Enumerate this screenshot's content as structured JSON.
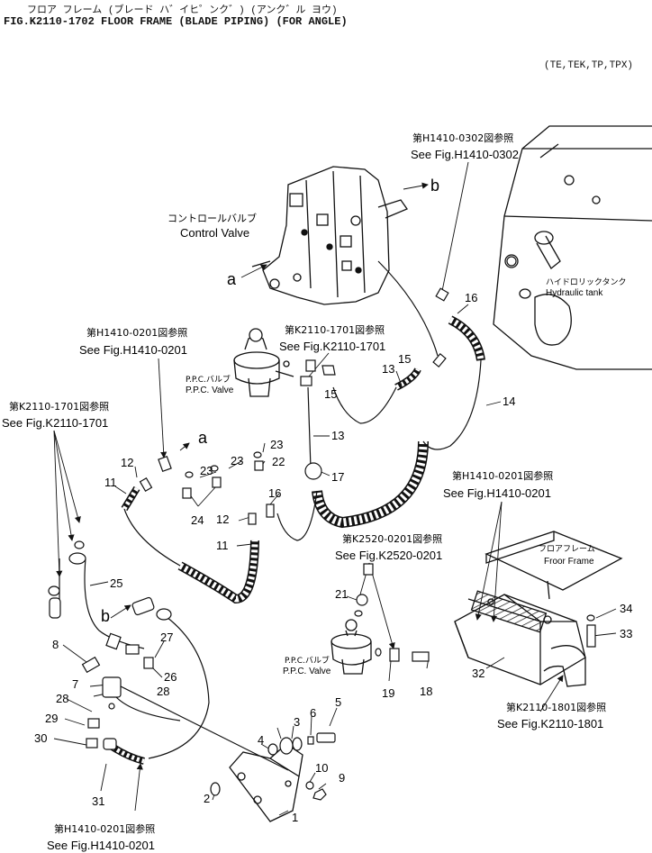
{
  "header": {
    "line1_jp": "フロア フレーム (ブレード ハ゛イヒ゜ンク゛) (アンク゛ル ヨウ)",
    "line2": "FIG.K2110-1702   FLOOR FRAME (BLADE PIPING) (FOR ANGLE)",
    "models": "(TE,TEK,TP,TPX)"
  },
  "refs": {
    "h1410_0302_jp": "第H1410-0302図参照",
    "h1410_0302_en": "See Fig.H1410-0302",
    "h1410_0201_a_jp": "第H1410-0201図参照",
    "h1410_0201_a_en": "See Fig.H1410-0201",
    "k2110_1701_a_jp": "第K2110-1701図参照",
    "k2110_1701_a_en": "See Fig.K2110-1701",
    "k2110_1701_b_jp": "第K2110-1701図参照",
    "k2110_1701_b_en": "See Fig.K2110-1701",
    "h1410_0201_b_jp": "第H1410-0201図参照",
    "h1410_0201_b_en": "See Fig.H1410-0201",
    "k2520_0201_jp": "第K2520-0201図参照",
    "k2520_0201_en": "See Fig.K2520-0201",
    "k2110_1801_jp": "第K2110-1801図参照",
    "k2110_1801_en": "See Fig.K2110-1801",
    "h1410_0201_c_jp": "第H1410-0201図参照",
    "h1410_0201_c_en": "See Fig.H1410-0201"
  },
  "components": {
    "control_valve_jp": "コントロールバルブ",
    "control_valve_en": "Control Valve",
    "hydraulic_tank_jp": "ハイドロリックタンク",
    "hydraulic_tank_en": "Hydraulic tank",
    "ppc_valve_a_jp": "P.P.C.バルブ",
    "ppc_valve_a_en": "P.P.C. Valve",
    "ppc_valve_b_jp": "P.P.C.バルブ",
    "ppc_valve_b_en": "P.P.C. Valve",
    "floor_frame_jp": "フロアフレーム",
    "floor_frame_en": "Froor Frame"
  },
  "letters": {
    "a1": "a",
    "b1": "b",
    "a2": "a",
    "b2": "b"
  },
  "parts": {
    "p1": "1",
    "p2": "2",
    "p3": "3",
    "p4": "4",
    "p5": "5",
    "p6": "6",
    "p7": "7",
    "p8": "8",
    "p9": "9",
    "p10": "10",
    "p11a": "11",
    "p11b": "11",
    "p12a": "12",
    "p12b": "12",
    "p13a": "13",
    "p13b": "13",
    "p14": "14",
    "p15a": "15",
    "p15b": "15",
    "p16a": "16",
    "p16b": "16",
    "p17": "17",
    "p18": "18",
    "p19": "19",
    "p21": "21",
    "p22": "22",
    "p23a": "23",
    "p23b": "23",
    "p23c": "23",
    "p24": "24",
    "p25": "25",
    "p26": "26",
    "p27": "27",
    "p28a": "28",
    "p28b": "28",
    "p29": "29",
    "p30": "30",
    "p31": "31",
    "p32": "32",
    "p33": "33",
    "p34": "34"
  }
}
